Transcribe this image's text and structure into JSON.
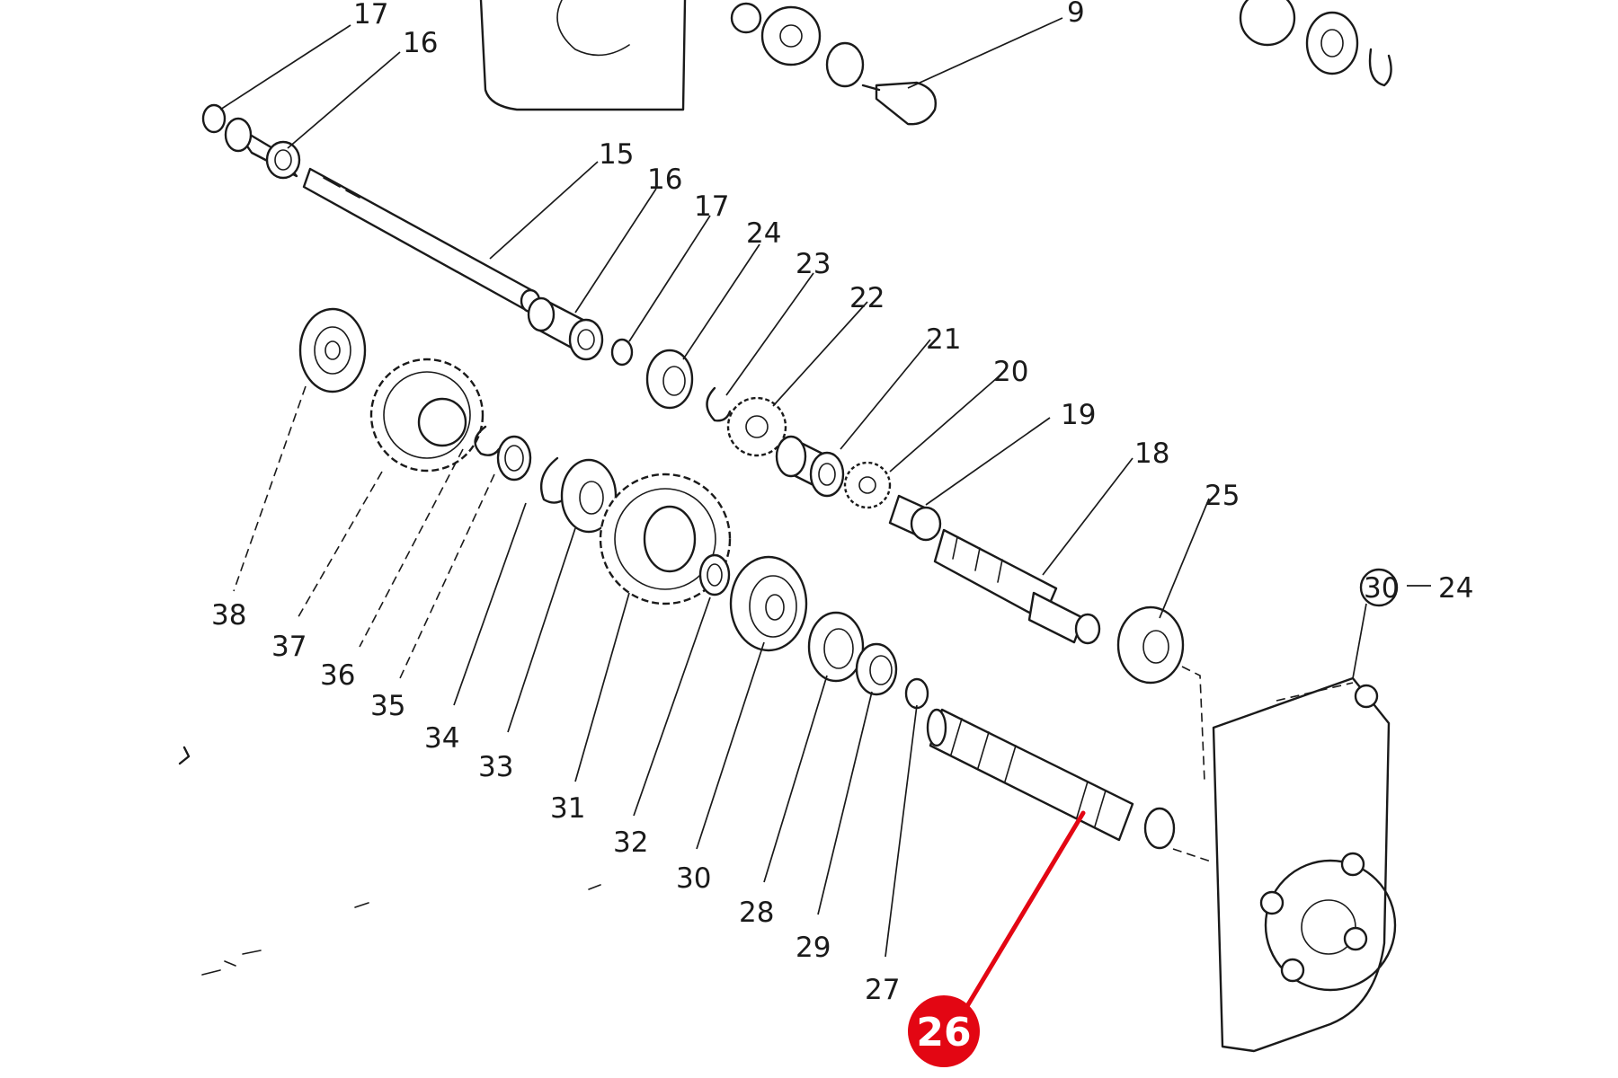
{
  "callouts": {
    "c17a": "17",
    "c16a": "16",
    "c9": "9",
    "c15": "15",
    "c16b": "16",
    "c17b": "17",
    "c24": "24",
    "c23": "23",
    "c22": "22",
    "c21": "21",
    "c20": "20",
    "c19": "19",
    "c18": "18",
    "c25": "25",
    "c30ref": "30",
    "c24ref": "24",
    "c38": "38",
    "c37": "37",
    "c36": "36",
    "c35": "35",
    "c34": "34",
    "c33": "33",
    "c31": "31",
    "c32": "32",
    "c30": "30",
    "c28": "28",
    "c29": "29",
    "c27": "27"
  },
  "highlight": {
    "label": "26",
    "color": "#e30613"
  }
}
